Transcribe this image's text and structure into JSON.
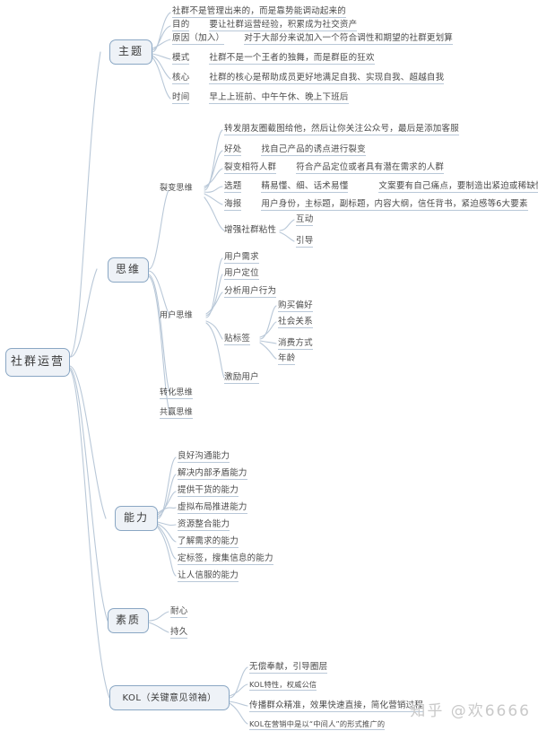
{
  "root": {
    "label": "社群运营"
  },
  "watermark": "知乎 @欢6666",
  "branches": {
    "theme": {
      "label": "主题",
      "items": [
        {
          "key": "",
          "text": "社群不是管理出来的，而是靠势能调动起来的"
        },
        {
          "key": "目的",
          "text": "要让社群运营经验，积累成为社交资产"
        },
        {
          "key": "原因（加入）",
          "text": "对于大部分来说加入一个符合调性和期望的社群更划算"
        },
        {
          "key": "模式",
          "text": "社群不是一个王者的独舞，而是群臣的狂欢"
        },
        {
          "key": "核心",
          "text": "社群的核心是帮助成员更好地满足自我、实现自我、超越自我"
        },
        {
          "key": "时间",
          "text": "早上上班前、中午午休、晚上下班后"
        }
      ]
    },
    "thinking": {
      "label": "思维",
      "fission": {
        "label": "裂变思维",
        "items": [
          {
            "key": "",
            "text": "转发朋友圈截图给他，然后让你关注公众号，最后是添加客服"
          },
          {
            "key": "好处",
            "text": "找自己产品的诱点进行裂变"
          },
          {
            "key": "裂变相符人群",
            "text": "符合产品定位或者具有潜在需求的人群"
          },
          {
            "key": "选题",
            "text": "精易懂、细、话术易懂",
            "text2": "文案要有自己痛点，要制造出紧迫或稀缺性的氛围"
          },
          {
            "key": "海报",
            "text": "用户身份，主标题，副标题，内容大纲，信任背书，紧迫感等6大要素"
          }
        ],
        "stickiness": {
          "label": "增强社群粘性",
          "items": [
            "互动",
            "引导"
          ]
        }
      },
      "user": {
        "label": "用户思维",
        "items": [
          "用户需求",
          "用户定位",
          "分析用户行为"
        ],
        "tags": {
          "label": "贴标签",
          "items": [
            "购买偏好",
            "社会关系",
            "消费方式",
            "年龄"
          ]
        },
        "last": "激励用户"
      },
      "others": [
        "转化思维",
        "共赢思维"
      ]
    },
    "ability": {
      "label": "能力",
      "items": [
        "良好沟通能力",
        "解决内部矛盾能力",
        "提供干货的能力",
        "虚拟布局推进能力",
        "资源整合能力",
        "了解需求的能力",
        "定标签，搜集信息的能力",
        "让人信服的能力"
      ]
    },
    "quality": {
      "label": "素质",
      "items": [
        "耐心",
        "持久"
      ]
    },
    "kol": {
      "label": "KOL（关键意见领袖）",
      "items": [
        "无偿奉献，引导圈层",
        "KOL特性，权威公信",
        "传播群众精准，效果快速直接，简化营销过程",
        "KOL在营销中是以“中间人”的形式推广的"
      ]
    }
  },
  "colors": {
    "edge": "#b9c8d8",
    "box_border": "#8aa7c4",
    "box_fill": "#eef2f7",
    "text": "#4a4a4a",
    "watermark": "#c9c9c9"
  }
}
